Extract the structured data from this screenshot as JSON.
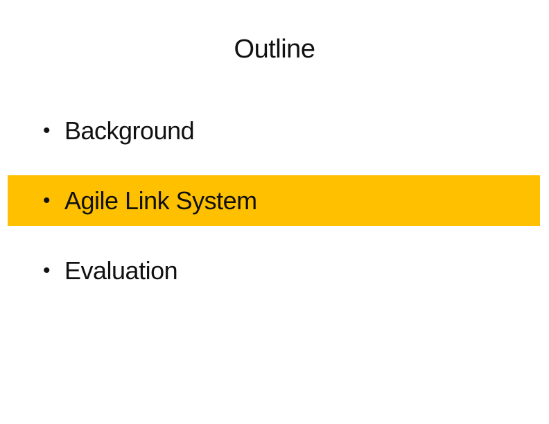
{
  "slide": {
    "title": "Outline",
    "bullet_glyph": "•",
    "bullets": [
      {
        "label": "Background",
        "highlighted": false
      },
      {
        "label": "Agile Link System",
        "highlighted": true
      },
      {
        "label": "Evaluation",
        "highlighted": false
      }
    ],
    "colors": {
      "background": "#FFFFFF",
      "highlight_bar": "#FFC000",
      "text": "#111111"
    }
  }
}
